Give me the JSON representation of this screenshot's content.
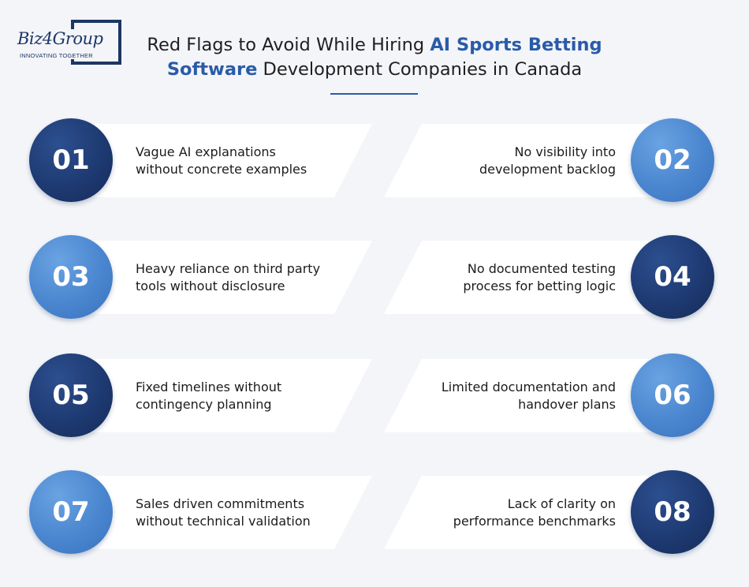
{
  "logo": {
    "word": "Biz4Group",
    "tagline": "INNOVATING TOGETHER"
  },
  "title": {
    "part1": "Red Flags to Avoid While Hiring ",
    "highlight1": "AI Sports Betting",
    "highlight2": "Software",
    "part2": " Development Companies in Canada"
  },
  "colors": {
    "accent": "#2a5ba8",
    "badge_dark": "#1e3a72",
    "badge_light": "#4a86cf",
    "background": "#f3f5f9"
  },
  "items": [
    {
      "number": "01",
      "line1": "Vague AI explanations",
      "line2": "without concrete examples",
      "tone": "dark"
    },
    {
      "number": "02",
      "line1": "No visibility into",
      "line2": "development backlog",
      "tone": "light"
    },
    {
      "number": "03",
      "line1": "Heavy reliance on third party",
      "line2": "tools without disclosure",
      "tone": "light"
    },
    {
      "number": "04",
      "line1": "No documented testing",
      "line2": "process for betting logic",
      "tone": "dark"
    },
    {
      "number": "05",
      "line1": "Fixed timelines without",
      "line2": "contingency planning",
      "tone": "dark"
    },
    {
      "number": "06",
      "line1": "Limited documentation and",
      "line2": "handover plans",
      "tone": "light"
    },
    {
      "number": "07",
      "line1": "Sales driven commitments",
      "line2": "without technical validation",
      "tone": "light"
    },
    {
      "number": "08",
      "line1": "Lack of clarity on",
      "line2": "performance benchmarks",
      "tone": "dark"
    }
  ]
}
